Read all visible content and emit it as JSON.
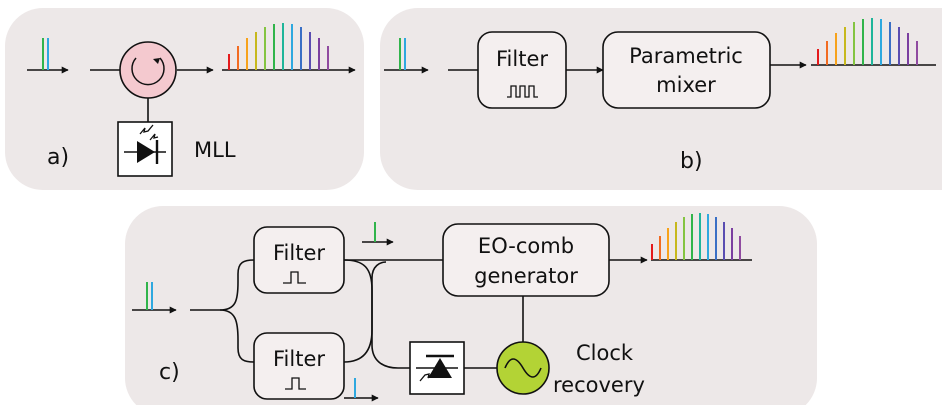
{
  "panels": {
    "a": {
      "label": "a)",
      "device_label": "MLL",
      "input_comb_colors": [
        "#31b44b",
        "#2ea8df"
      ],
      "output_comb_colors": [
        "#e41a1c",
        "#f26b21",
        "#f7a21b",
        "#c7b81c",
        "#84c441",
        "#31b44b",
        "#1fb59a",
        "#2ea8df",
        "#3a6fc5",
        "#5a4db1",
        "#7b3fa0",
        "#904ba0"
      ]
    },
    "b": {
      "label": "b)",
      "filter_label": "Filter",
      "mixer_label_line1": "Parametric",
      "mixer_label_line2": "mixer",
      "input_comb_colors": [
        "#31b44b",
        "#2ea8df"
      ],
      "output_comb_colors": [
        "#e41a1c",
        "#f26b21",
        "#f7a21b",
        "#c7b81c",
        "#84c441",
        "#31b44b",
        "#1fb59a",
        "#2ea8df",
        "#3a6fc5",
        "#5a4db1",
        "#7b3fa0",
        "#904ba0"
      ]
    },
    "c": {
      "label": "c)",
      "filter_top_label": "Filter",
      "filter_bottom_label": "Filter",
      "eo_label_line1": "EO-comb",
      "eo_label_line2": "generator",
      "clock_label_line1": "Clock",
      "clock_label_line2": "recovery",
      "input_comb_colors": [
        "#31b44b",
        "#2ea8df"
      ],
      "top_tap_color": "#31b44b",
      "bottom_tap_color": "#2ea8df",
      "output_comb_colors": [
        "#e41a1c",
        "#f26b21",
        "#f7a21b",
        "#c7b81c",
        "#84c441",
        "#31b44b",
        "#1fb59a",
        "#2ea8df",
        "#3a6fc5",
        "#5a4db1",
        "#7b3fa0",
        "#904ba0"
      ]
    }
  },
  "colors": {
    "panel_background": "#ede8e8",
    "box_fill": "#f4efef",
    "circulator_fill": "#f4c9cf",
    "oscillator_fill": "#b3d335"
  }
}
